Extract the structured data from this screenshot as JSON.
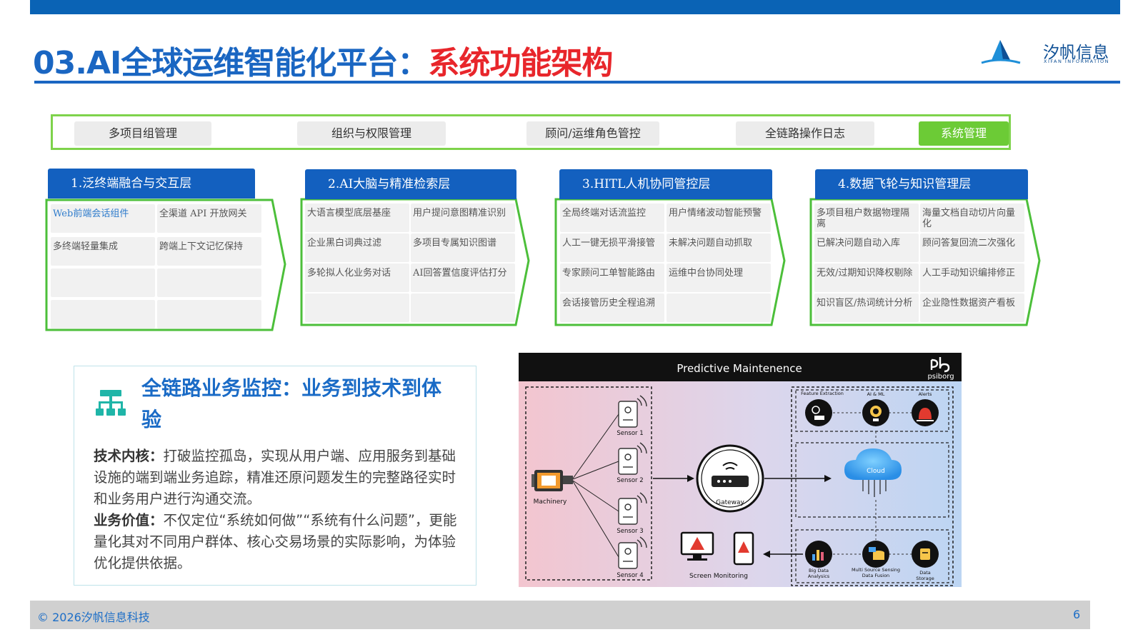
{
  "header": {
    "title_main": "03.AI全球运维智能化平台：",
    "title_accent": "系统功能架构",
    "logo_cn": "汐帆信息",
    "logo_en": "XIFAN INFORMATION"
  },
  "nav": {
    "items": [
      {
        "label": "多项目组管理",
        "active": false
      },
      {
        "label": "组织与权限管理",
        "active": false
      },
      {
        "label": "顾问/运维角色管控",
        "active": false
      },
      {
        "label": "全链路操作日志",
        "active": false
      },
      {
        "label": "系统管理",
        "active": true
      }
    ]
  },
  "layers": [
    {
      "title": "1.泛终端融合与交互层",
      "cells": [
        [
          "Web前端会话组件",
          "全渠道 API 开放网关"
        ],
        [
          "多终端轻量集成",
          "跨端上下文记忆保持"
        ],
        [
          "",
          ""
        ],
        [
          "",
          ""
        ]
      ]
    },
    {
      "title": "2.AI大脑与精准检索层",
      "cells": [
        [
          "大语言模型底层基座",
          "用户提问意图精准识别"
        ],
        [
          "企业黑白词典过滤",
          "多项目专属知识图谱"
        ],
        [
          "多轮拟人化业务对话",
          "AI回答置信度评估打分"
        ],
        [
          "",
          ""
        ]
      ]
    },
    {
      "title": "3.HITL人机协同管控层",
      "cells": [
        [
          "全局终端对话流监控",
          "用户情绪波动智能预警"
        ],
        [
          "人工一键无损平滑接管",
          "未解决问题自动抓取"
        ],
        [
          "专家顾问工单智能路由",
          "运维中台协同处理"
        ],
        [
          "会话接管历史全程追溯",
          ""
        ]
      ]
    },
    {
      "title": "4.数据飞轮与知识管理层",
      "cells": [
        [
          "多项目租户数据物理隔离",
          "海量文档自动切片向量化"
        ],
        [
          "已解决问题自动入库",
          "顾问答复回流二次强化"
        ],
        [
          "无效/过期知识降权剔除",
          "人工手动知识编排修正"
        ],
        [
          "知识盲区/热词统计分析",
          "企业隐性数据资产看板"
        ]
      ]
    }
  ],
  "card": {
    "title": "全链路业务监控：业务到技术到体验",
    "tech_label": "技术内核：",
    "tech_text": "打破监控孤岛，实现从用户端、应用服务到基础设施的端到端业务追踪，精准还原问题发生的完整路径实时和业务用户进行沟通交流。",
    "value_label": "业务价值：",
    "value_text": "不仅定位“系统如何做”“系统有什么问题”，更能量化其对不同用户群体、核心交易场景的实际影响，为体验优化提供依据。"
  },
  "diagram": {
    "title": "Predictive Maintenence",
    "brand": "psiborg",
    "machinery": "Machinery",
    "sensors": [
      "Sensor 1",
      "Sensor 2",
      "Sensor 3",
      "Sensor 4"
    ],
    "gateway": "Gateway",
    "cloud": "Cloud",
    "top_labels": [
      "Feature Extraction",
      "AI & ML",
      "Alerts"
    ],
    "bottom_labels": [
      "Big Data Analysics",
      "Multi Source Sensing Data Fusion",
      "Data Storage"
    ],
    "screen_monitoring": "Screen Monitoring"
  },
  "footer": {
    "copyright": "© 2026汐帆信息科技",
    "page": "6"
  }
}
